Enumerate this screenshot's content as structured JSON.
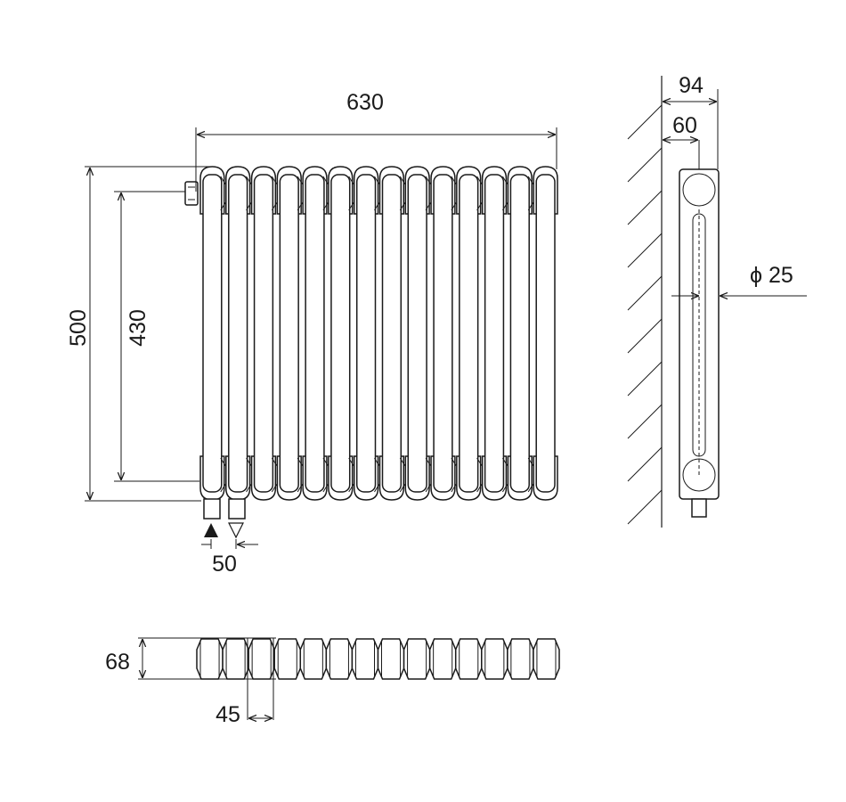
{
  "drawing": {
    "sections": 14,
    "front_view": {
      "width_label": "630",
      "height_label": "500",
      "centers_label": "430",
      "pipe_spacing_label": "50"
    },
    "side_view": {
      "depth_label": "94",
      "pipe_offset_label": "60",
      "tube_diameter_label": "ϕ 25"
    },
    "top_view": {
      "depth_label": "68",
      "section_pitch_label": "45"
    },
    "icons": [
      "inlet-filled-triangle-icon",
      "outlet-hollow-triangle-icon",
      "bleed-valve-icon",
      "wall-hatch-icon"
    ]
  }
}
